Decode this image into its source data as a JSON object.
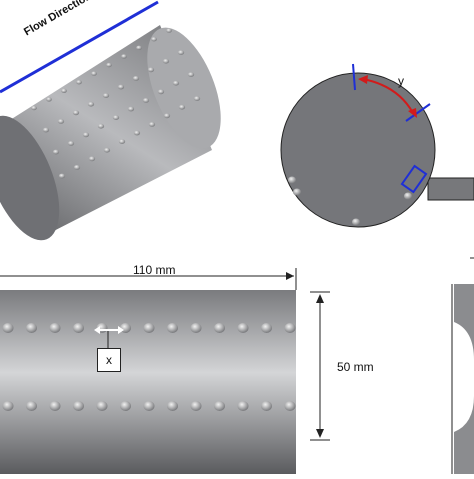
{
  "labels": {
    "flow_direction": "Flow Direction",
    "pitch_angle": "y",
    "length": "110 mm",
    "diameter": "50 mm",
    "hole_spacing": "x"
  },
  "colors": {
    "cylinder_dark": "#5c5d60",
    "cylinder_light": "#cfd0d2",
    "end_face": "#75767a",
    "flow_line": "#1f2fd6",
    "arc_arrow": "#d21b1b",
    "marker": "#2233cc",
    "outline": "#222222"
  }
}
